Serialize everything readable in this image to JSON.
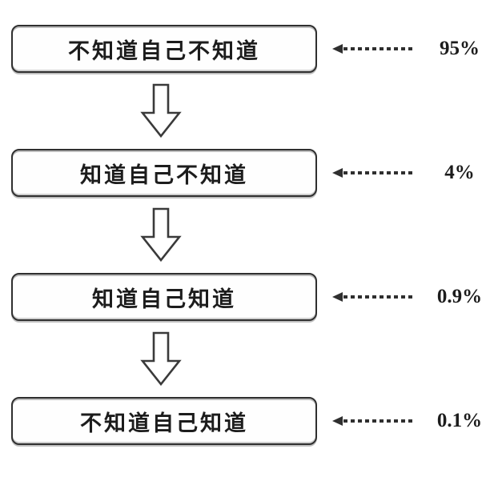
{
  "diagram": {
    "title": "stages-of-knowing-flowchart",
    "levels": [
      {
        "label": "不知道自己不知道",
        "value": "95%"
      },
      {
        "label": "知道自己不知道",
        "value": "4%"
      },
      {
        "label": "知道自己知道",
        "value": "0.9%"
      },
      {
        "label": "不知道自己知道",
        "value": "0.1%"
      }
    ],
    "colors": {
      "border": "#2f2f2f",
      "text": "#1c1c1c",
      "background": "#ffffff"
    },
    "icons": {
      "down_arrow": "hollow-block-arrow-down",
      "dotted_arrow": "dotted-line-arrow-left"
    }
  }
}
